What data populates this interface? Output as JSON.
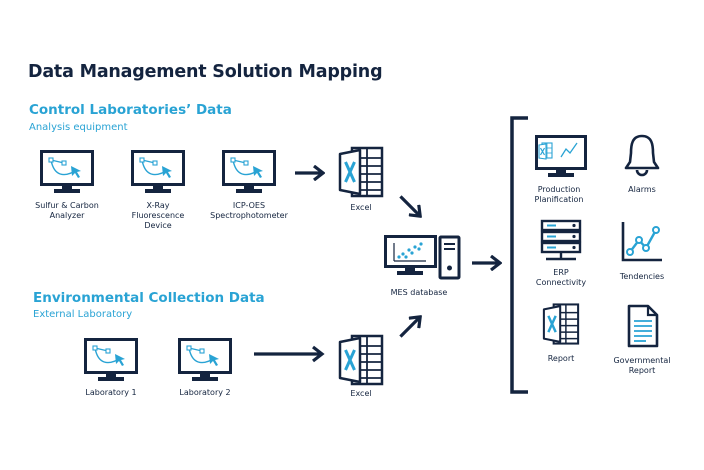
{
  "title": "Data Management Solution Mapping",
  "control": {
    "title": "Control Laboratories’ Data",
    "subtitle": "Analysis equipment",
    "devices": [
      "Sulfur & Carbon\nAnalyzer",
      "X-Ray\nFluorescence\nDevice",
      "ICP-OES\nSpectrophotometer"
    ],
    "excel": "Excel"
  },
  "environmental": {
    "title": "Environmental Collection Data",
    "subtitle": "External Laboratory",
    "devices": [
      "Laboratory 1",
      "Laboratory 2"
    ],
    "excel": "Excel"
  },
  "mes": "MES database",
  "outputs": {
    "production": "Production\nPlanification",
    "alarms": "Alarms",
    "erp": "ERP\nConnectivity",
    "tendencies": "Tendencies",
    "report": "Report",
    "governmental": "Governmental\nReport"
  },
  "colors": {
    "navy": "#14243f",
    "accent": "#29a3d4"
  },
  "icons": [
    "monitor-icon",
    "excel-icon",
    "computer-tower-icon",
    "bell-icon",
    "server-icon",
    "line-chart-icon",
    "document-icon",
    "arrow-icon",
    "bracket"
  ]
}
